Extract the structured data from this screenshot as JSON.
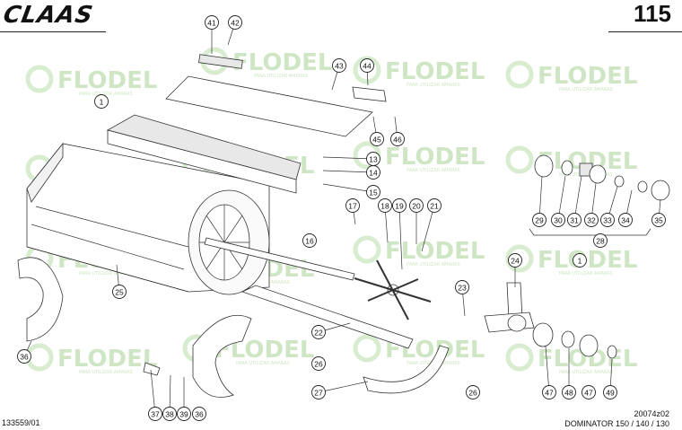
{
  "header": {
    "brand": "CLAAS",
    "page_number": "115"
  },
  "footer": {
    "left_code": "133559/01",
    "right_code": "20074z02",
    "model": "DOMINATOR 150 / 140 / 130"
  },
  "watermark": {
    "text": "FLODEL",
    "subtext": "PARA UTILIZAR AMARAS"
  },
  "callouts": [
    "1",
    "13",
    "14",
    "15",
    "16",
    "17",
    "18",
    "19",
    "20",
    "21",
    "22",
    "23",
    "24",
    "25",
    "26",
    "27",
    "28",
    "29",
    "30",
    "31",
    "32",
    "33",
    "34",
    "35",
    "36",
    "37",
    "38",
    "39",
    "41",
    "42",
    "43",
    "44",
    "45",
    "46",
    "47",
    "48",
    "49"
  ],
  "colors": {
    "ink": "#222222",
    "watermark": "#cfe6c5"
  }
}
